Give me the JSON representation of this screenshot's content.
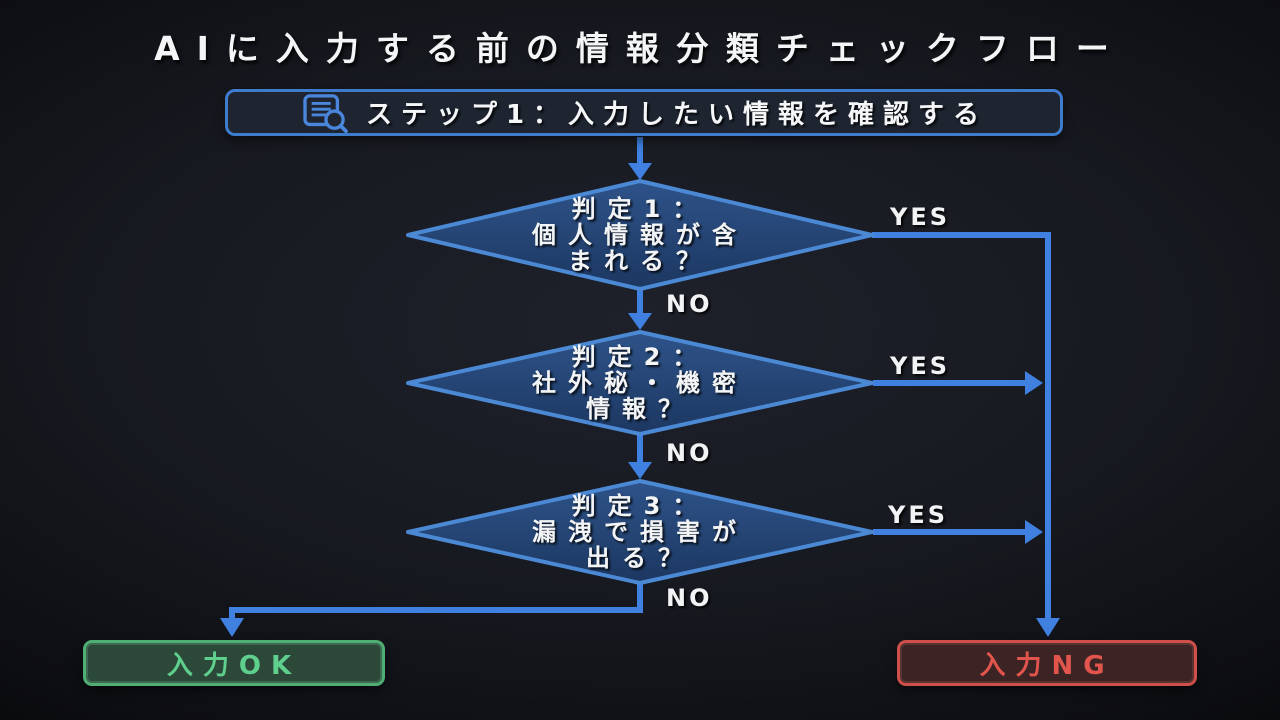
{
  "title": "AIに入力する前の情報分類チェックフロー",
  "step1": {
    "label": "ステップ1：入力したい情報を確認する",
    "icon": "document-search-icon"
  },
  "decisions": [
    {
      "line1": "判定1：",
      "line2": "個人情報が含",
      "line3": "まれる？",
      "yes_label": "YES",
      "no_label": "NO"
    },
    {
      "line1": "判定2：",
      "line2": "社外秘・機密",
      "line3": "情報？",
      "yes_label": "YES",
      "no_label": "NO"
    },
    {
      "line1": "判定3：",
      "line2": "漏洩で損害が",
      "line3": "出る？",
      "yes_label": "YES",
      "no_label": "NO"
    }
  ],
  "outcomes": {
    "ok_label": "入力OK",
    "ng_label": "入力NG"
  },
  "colors": {
    "connector_blue": "#3f80e0",
    "diamond_border": "#4c89d4",
    "diamond_fill_top": "#2e5389",
    "diamond_fill_bottom": "#1c3761",
    "step_border": "#3e7cce",
    "ok_border": "#4fae74",
    "ok_text": "#5ecf8d",
    "ng_border": "#cf4f4a",
    "ng_text": "#e2554c"
  }
}
